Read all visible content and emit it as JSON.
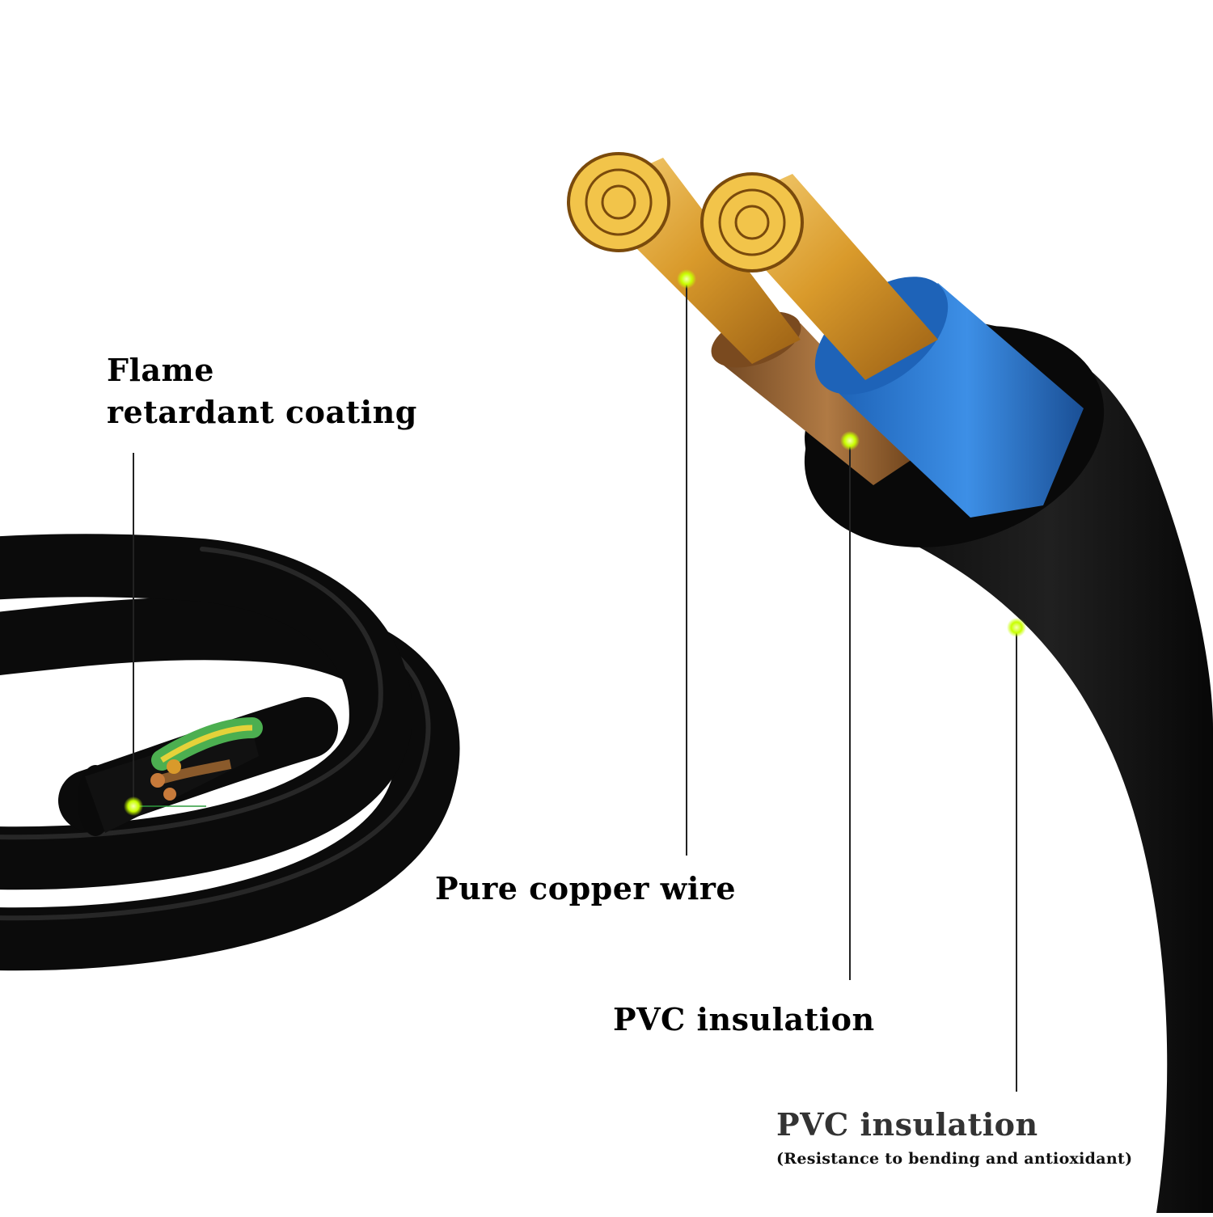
{
  "labels": {
    "flame_line1": "Flame",
    "flame_line2": "retardant coating",
    "copper": "Pure copper wire",
    "pvc_core": "PVC insulation",
    "pvc_sheath": "PVC insulation",
    "pvc_sheath_note": "(Resistance to bending and antioxidant)"
  },
  "colors": {
    "background": "#ffffff",
    "sheath": "#111111",
    "copper": "#d99a2b",
    "brown_insulation": "#8a5a2b",
    "blue_insulation": "#2f7fd6",
    "green_yellow_insulation": "#4caf50",
    "marker": "#c8ff00",
    "leader_line": "#222222"
  }
}
